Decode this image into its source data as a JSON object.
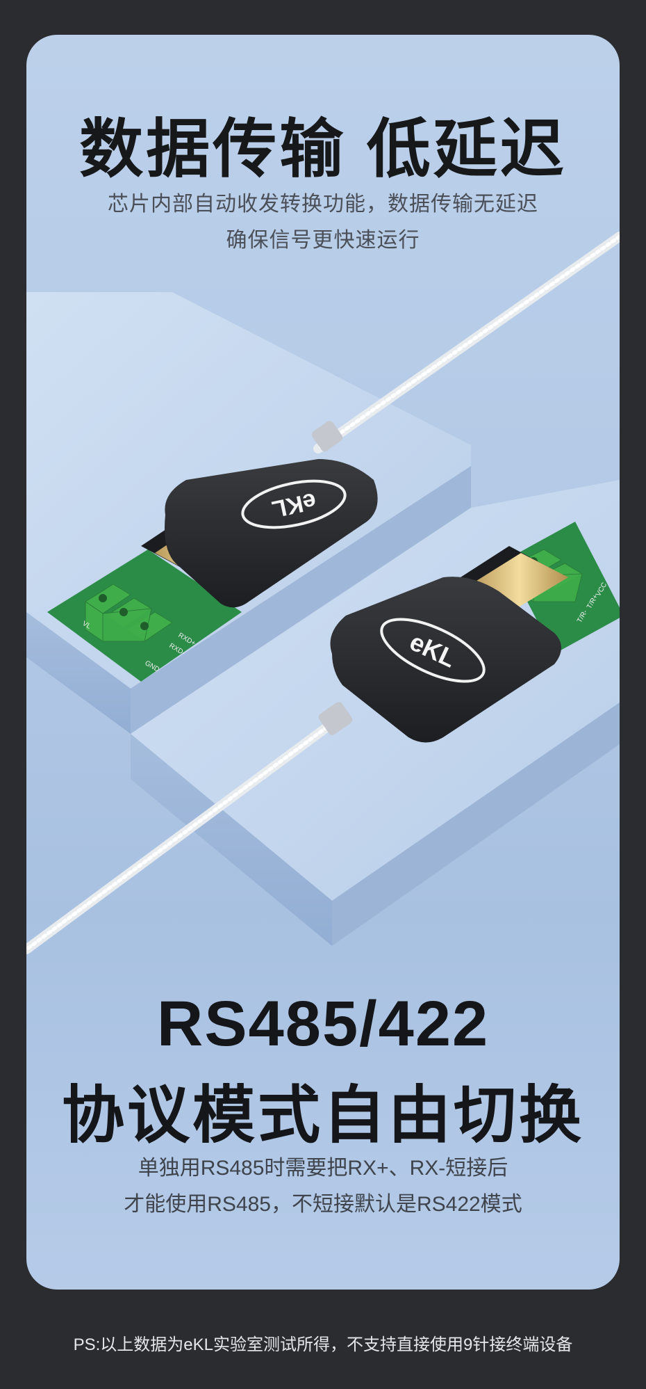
{
  "header": {
    "title": "数据传输 低延迟",
    "subtitle_line1": "芯片内部自动收发转换功能，数据传输无延迟",
    "subtitle_line2": "确保信号更快速运行"
  },
  "product": {
    "brand_logo_text": "eKL",
    "terminal_labels_left": [
      "RXD-",
      "RXD+",
      "GND",
      "VL"
    ],
    "terminal_labels_right": [
      "VCC",
      "T/R+",
      "T/R-"
    ]
  },
  "feature": {
    "heading_line1": "RS485/422",
    "heading_line2": "协议模式自由切换",
    "desc_line1": "单独用RS485时需要把RX+、RX-短接后",
    "desc_line2": "才能使用RS485，不短接默认是RS422模式"
  },
  "footer": {
    "note": "PS:以上数据为eKL实验室测试所得，不支持直接使用9针接终端设备"
  },
  "colors": {
    "page_bg": "#2b2c30",
    "card_bg": "#b4cae6",
    "module_body": "#2a2b2e",
    "terminal_green": "#3fae4a",
    "pcb_green": "#2c8c45"
  }
}
